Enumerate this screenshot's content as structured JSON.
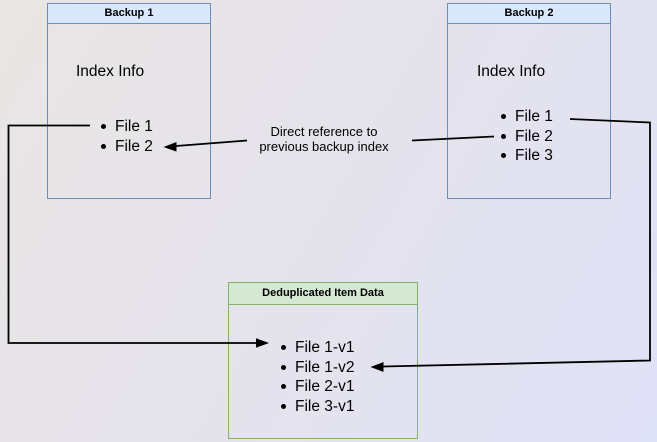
{
  "canvas": {
    "bg_top_left": "#e9e6e4",
    "bg_bottom_right": "#dfe1f7"
  },
  "colors": {
    "blue_fill": "#dae8fc",
    "blue_border": "#6c8ebf",
    "green_fill": "#d5e8d4",
    "green_border": "#82b366",
    "line": "#000000"
  },
  "boxes": {
    "backup1": {
      "title": "Backup 1",
      "subtitle": "Index Info",
      "files": [
        "File 1",
        "File 2"
      ]
    },
    "backup2": {
      "title": "Backup 2",
      "subtitle": "Index Info",
      "files": [
        "File 1",
        "File 2",
        "File 3"
      ]
    },
    "dedup": {
      "title": "Deduplicated Item Data",
      "files": [
        "File 1-v1",
        "File 1-v2",
        "File 2-v1",
        "File 3-v1"
      ]
    }
  },
  "annotations": {
    "reference_line1": "Direct reference to",
    "reference_line2": "previous backup index"
  }
}
